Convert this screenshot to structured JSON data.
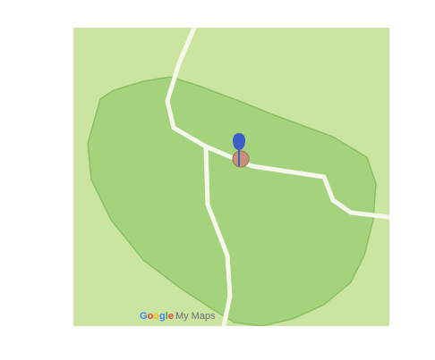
{
  "map": {
    "colors": {
      "land": "#cbe4a0",
      "area_fill": "#8cc865",
      "area_stroke": "#7fb85c",
      "road": "#f4f7ea",
      "marker_blue": "#3c5fc8",
      "marker_base": "#c49378"
    },
    "icons": {
      "marker": "map-pin-icon",
      "base": "location-dot-icon"
    },
    "watermark": {
      "letters": [
        "G",
        "o",
        "o",
        "g",
        "l",
        "e"
      ],
      "product": "My Maps"
    }
  }
}
